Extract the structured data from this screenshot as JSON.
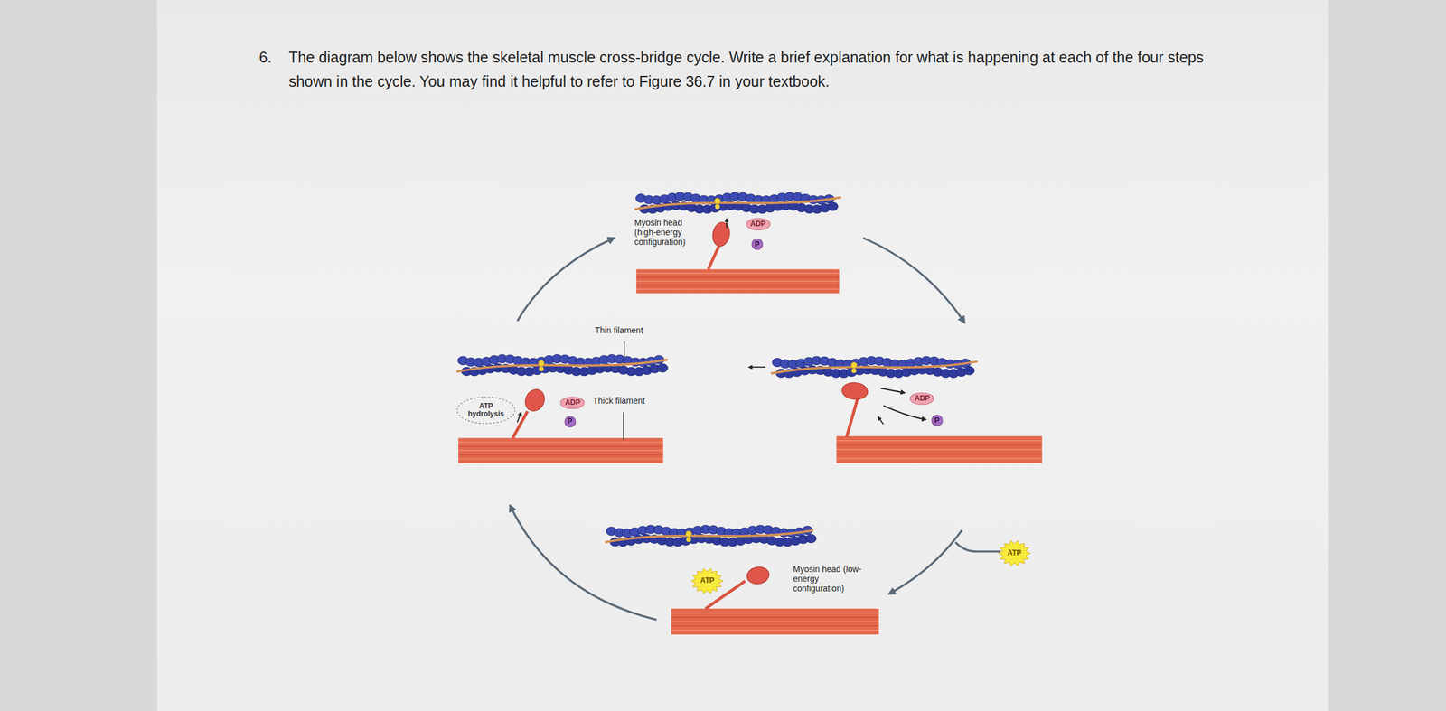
{
  "diagram": {
    "nodes": [
      {
        "text": [
          "ADP"
        ]
      },
      {
        "text": [
          "P"
        ]
      },
      {
        "text": [
          "ATP hydrolysis"
        ]
      },
      {
        "text": [
          "ADP"
        ]
      },
      {
        "text": [
          "P"
        ]
      },
      {
        "text": [
          "ADP"
        ]
      },
      {
        "text": [
          "P"
        ]
      },
      {
        "text": [
          "ATP"
        ]
      },
      {
        "text": [
          "ATP"
        ]
      }
    ],
    "labels": [
      "6.",
      "The diagram below shows the skeletal muscle cross-bridge cycle. Write a brief explanation for what is happening at each of the four steps shown in the cycle. You may find it helpful to refer to Figure 36.7 in your textbook.",
      "Myosin head (high-energy configuration)",
      "Thin filament",
      "Thick filament",
      "Myosin head (low-energy configuration)"
    ]
  }
}
